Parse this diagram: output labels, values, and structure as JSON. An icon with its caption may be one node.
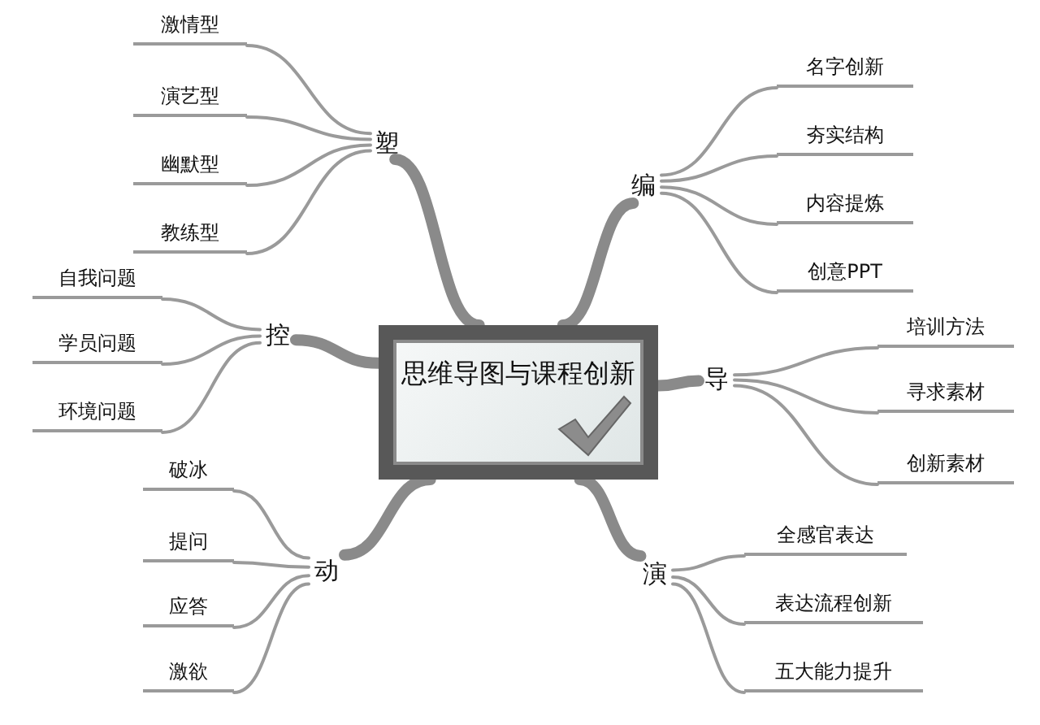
{
  "diagram": {
    "nodes": [
      {
        "text": [
          "思维导图与课程创新"
        ]
      },
      {
        "text": [
          "塑"
        ]
      },
      {
        "text": [
          "激情型"
        ]
      },
      {
        "text": [
          "演艺型"
        ]
      },
      {
        "text": [
          "幽默型"
        ]
      },
      {
        "text": [
          "教练型"
        ]
      },
      {
        "text": [
          "控"
        ]
      },
      {
        "text": [
          "自我问题"
        ]
      },
      {
        "text": [
          "学员问题"
        ]
      },
      {
        "text": [
          "环境问题"
        ]
      },
      {
        "text": [
          "动"
        ]
      },
      {
        "text": [
          "破冰"
        ]
      },
      {
        "text": [
          "提问"
        ]
      },
      {
        "text": [
          "应答"
        ]
      },
      {
        "text": [
          "激欲"
        ]
      },
      {
        "text": [
          "编"
        ]
      },
      {
        "text": [
          "名字创新"
        ]
      },
      {
        "text": [
          "夯实结构"
        ]
      },
      {
        "text": [
          "内容提炼"
        ]
      },
      {
        "text": [
          "创意PPT"
        ]
      },
      {
        "text": [
          "导"
        ]
      },
      {
        "text": [
          "培训方法"
        ]
      },
      {
        "text": [
          "寻求素材"
        ]
      },
      {
        "text": [
          "创新素材"
        ]
      },
      {
        "text": [
          "演"
        ]
      },
      {
        "text": [
          "全感官表达"
        ]
      },
      {
        "text": [
          "表达流程创新"
        ]
      },
      {
        "text": [
          "五大能力提升"
        ]
      }
    ],
    "edges": [
      {
        "from": 0,
        "to": 1,
        "arrow": "none",
        "style": "thick"
      },
      {
        "from": 1,
        "to": 2,
        "arrow": "none"
      },
      {
        "from": 1,
        "to": 3,
        "arrow": "none"
      },
      {
        "from": 1,
        "to": 4,
        "arrow": "none"
      },
      {
        "from": 1,
        "to": 5,
        "arrow": "none"
      },
      {
        "from": 0,
        "to": 6,
        "arrow": "none",
        "style": "thick"
      },
      {
        "from": 6,
        "to": 7,
        "arrow": "none"
      },
      {
        "from": 6,
        "to": 8,
        "arrow": "none"
      },
      {
        "from": 6,
        "to": 9,
        "arrow": "none"
      },
      {
        "from": 0,
        "to": 10,
        "arrow": "none",
        "style": "thick"
      },
      {
        "from": 10,
        "to": 11,
        "arrow": "none"
      },
      {
        "from": 10,
        "to": 12,
        "arrow": "none"
      },
      {
        "from": 10,
        "to": 13,
        "arrow": "none"
      },
      {
        "from": 10,
        "to": 14,
        "arrow": "none"
      },
      {
        "from": 0,
        "to": 15,
        "arrow": "none",
        "style": "thick"
      },
      {
        "from": 15,
        "to": 16,
        "arrow": "none"
      },
      {
        "from": 15,
        "to": 17,
        "arrow": "none"
      },
      {
        "from": 15,
        "to": 18,
        "arrow": "none"
      },
      {
        "from": 15,
        "to": 19,
        "arrow": "none"
      },
      {
        "from": 0,
        "to": 20,
        "arrow": "none",
        "style": "thick"
      },
      {
        "from": 20,
        "to": 21,
        "arrow": "none"
      },
      {
        "from": 20,
        "to": 22,
        "arrow": "none"
      },
      {
        "from": 20,
        "to": 23,
        "arrow": "none"
      },
      {
        "from": 0,
        "to": 24,
        "arrow": "none",
        "style": "thick"
      },
      {
        "from": 24,
        "to": 25,
        "arrow": "none"
      },
      {
        "from": 24,
        "to": 26,
        "arrow": "none"
      },
      {
        "from": 24,
        "to": 27,
        "arrow": "none"
      }
    ]
  }
}
